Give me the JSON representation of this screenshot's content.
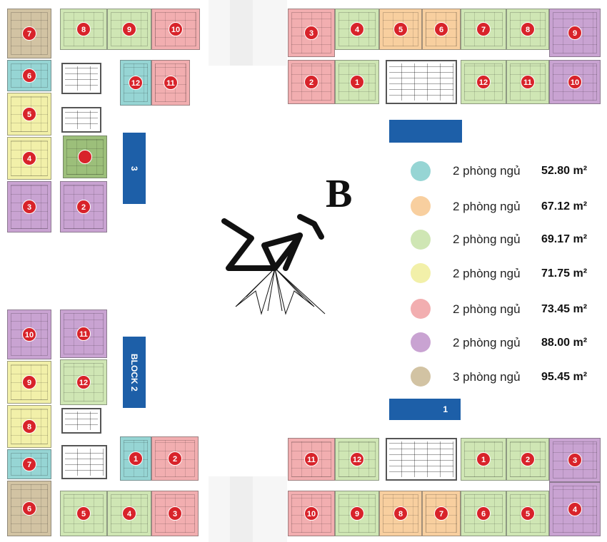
{
  "legend": [
    {
      "label": "2 phòng ngủ",
      "area": "52.80 m²",
      "color": "#96d5d4"
    },
    {
      "label": "2 phòng ngủ",
      "area": "67.12 m²",
      "color": "#f8cf9f"
    },
    {
      "label": "2 phòng ngủ",
      "area": "69.17 m²",
      "color": "#cfe6b4"
    },
    {
      "label": "2 phòng ngủ",
      "area": "71.75 m²",
      "color": "#f2f0a9"
    },
    {
      "label": "2 phòng ngủ",
      "area": "73.45 m²",
      "color": "#f2aeb0"
    },
    {
      "label": "2 phòng ngủ",
      "area": "88.00 m²",
      "color": "#c9a3d2"
    },
    {
      "label": "3 phòng ngủ",
      "area": "95.45 m²",
      "color": "#d2c3a3"
    }
  ],
  "block_labels": {
    "block3_digit": "3",
    "block2": "BLOCK 2",
    "block1_digit": "1"
  },
  "compass_letter": "B",
  "units": {
    "block3": [
      "7",
      "8",
      "9",
      "10",
      "6",
      "12",
      "11",
      "5",
      "4",
      "3",
      "2"
    ],
    "block4_top": [
      "3",
      "4",
      "5",
      "6",
      "7",
      "8",
      "9"
    ],
    "block4_bottom": [
      "2",
      "1",
      "12",
      "11",
      "10"
    ],
    "block2": [
      "10",
      "11",
      "9",
      "12",
      "8",
      "7",
      "1",
      "2",
      "6",
      "5",
      "4",
      "3"
    ],
    "block1_top": [
      "11",
      "12",
      "1",
      "2",
      "3"
    ],
    "block1_bottom": [
      "10",
      "9",
      "8",
      "7",
      "6",
      "5",
      "4"
    ]
  }
}
